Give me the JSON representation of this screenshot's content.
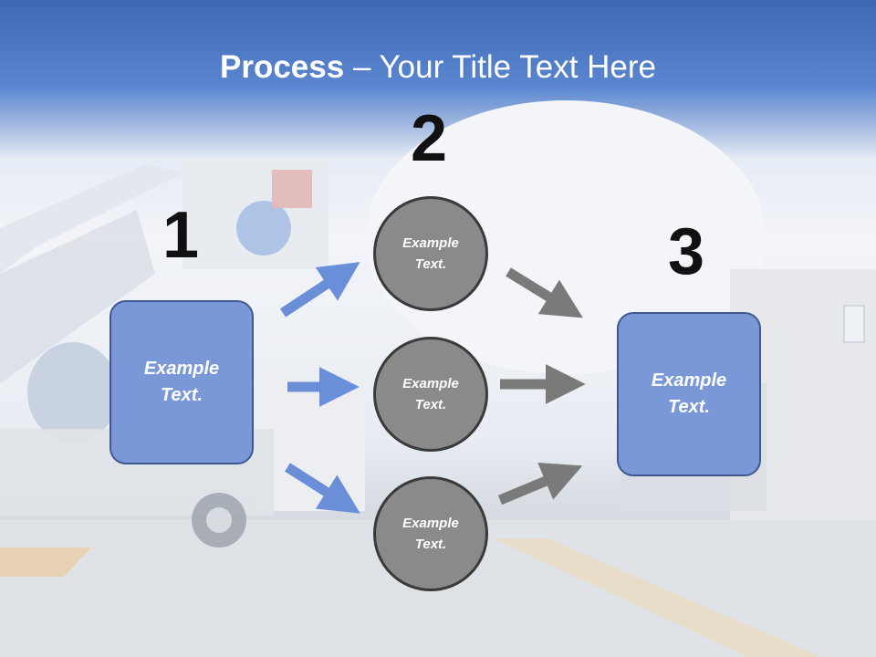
{
  "title": {
    "bold": "Process",
    "rest": " – Your Title Text Here"
  },
  "steps": [
    {
      "number": "1",
      "box_text": "Example Text."
    },
    {
      "number": "2"
    },
    {
      "number": "3",
      "box_text": "Example Text."
    }
  ],
  "circles": [
    {
      "text": "Example Text."
    },
    {
      "text": "Example Text."
    },
    {
      "text": "Example Text."
    }
  ],
  "colors": {
    "box_fill": "#7a98d8",
    "circle_fill": "#8a8a8a",
    "blue_arrow": "#6a8fd8",
    "gray_arrow": "#7a7a7a",
    "title_band": "#3f67b2"
  }
}
